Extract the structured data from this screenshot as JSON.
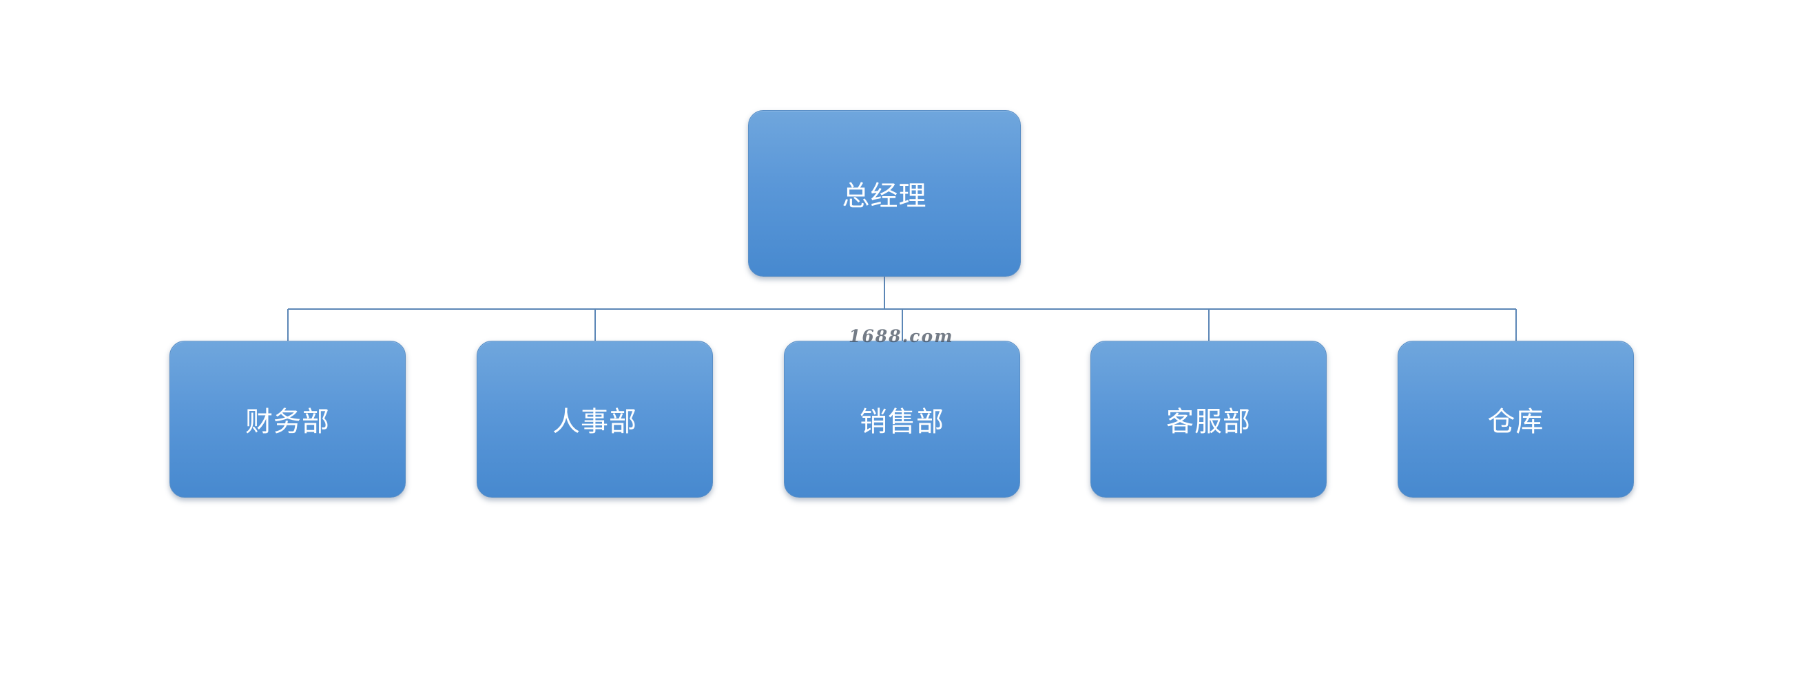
{
  "org_chart": {
    "root": {
      "label": "总经理"
    },
    "departments": [
      {
        "label": "财务部"
      },
      {
        "label": "人事部"
      },
      {
        "label": "销售部"
      },
      {
        "label": "客服部"
      },
      {
        "label": "仓库"
      }
    ]
  },
  "watermark": {
    "text": "1688.com"
  },
  "colors": {
    "node_fill_top": "#6fa6dd",
    "node_fill_bottom": "#4789cf",
    "connector": "#5b86b6",
    "label": "#ffffff",
    "background": "#ffffff"
  }
}
